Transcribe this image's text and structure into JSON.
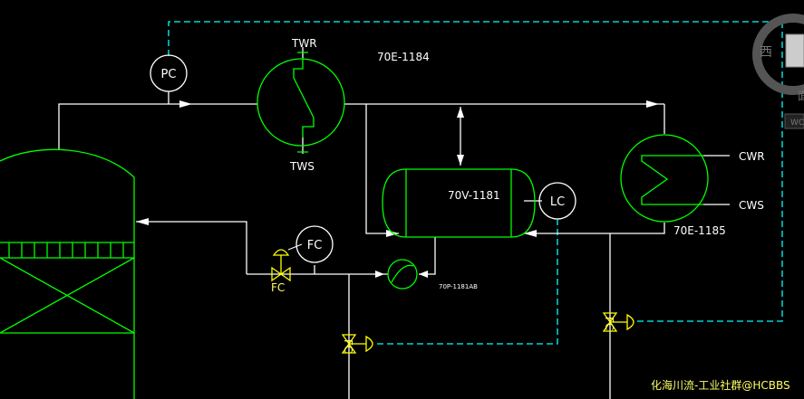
{
  "equipment": {
    "exchanger_1": {
      "tag": "70E-1184",
      "inlet": "TWS",
      "outlet": "TWR"
    },
    "exchanger_2": {
      "tag": "70E-1185",
      "inlet": "CWS",
      "outlet": "CWR"
    },
    "drum": {
      "tag": "70V-1181"
    },
    "pump": {
      "tag": "70P-1181AB"
    }
  },
  "instruments": {
    "pressure": "PC",
    "level": "LC",
    "flow": "FC"
  },
  "valves": {
    "v1": "FC",
    "v2": "FC",
    "v3": "FC"
  },
  "overlay": {
    "compass_char": "西",
    "button_char": "WC",
    "side_char": "面"
  },
  "watermark": "化海川流-工业社群@HCBBS",
  "colors": {
    "line": "#ffffff",
    "equipment": "#00ff00",
    "signal": "#00ffff",
    "valve": "#ffff00",
    "background": "#000000"
  }
}
